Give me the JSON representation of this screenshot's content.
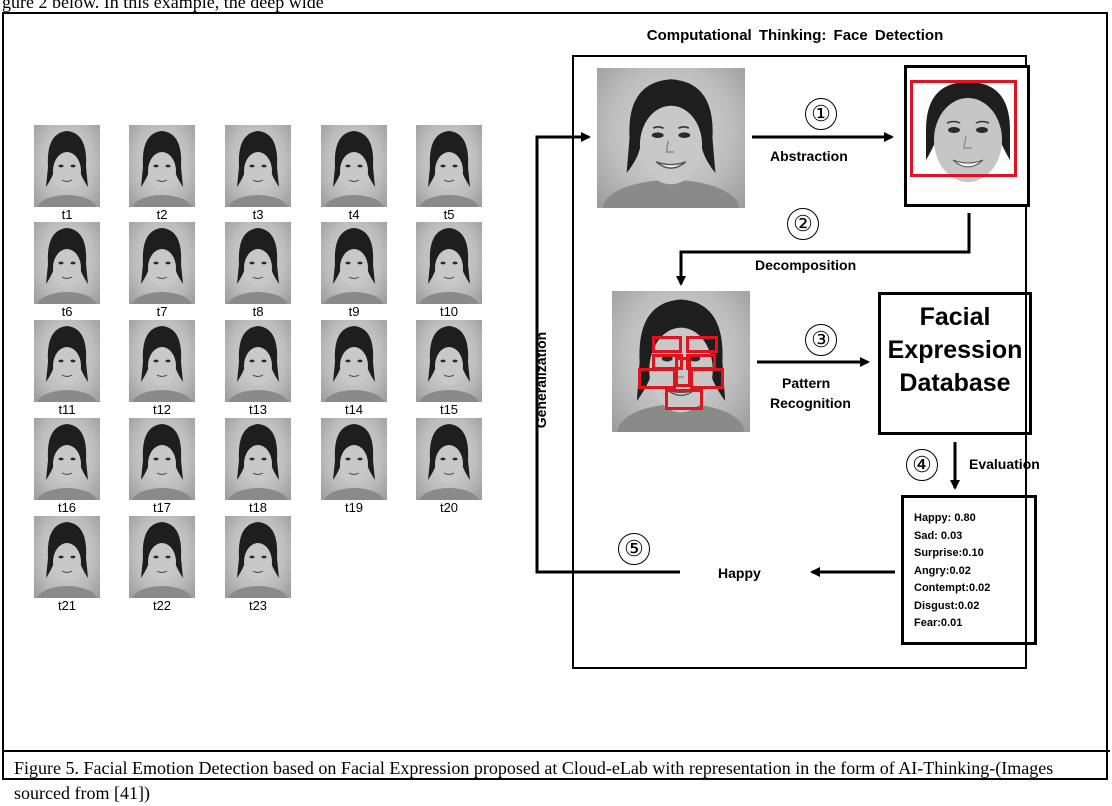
{
  "cut_text": "gure 2 below. In this example, the deep wide",
  "thumbnails": [
    {
      "label": "t1"
    },
    {
      "label": "t2"
    },
    {
      "label": "t3"
    },
    {
      "label": "t4"
    },
    {
      "label": "t5"
    },
    {
      "label": "t6"
    },
    {
      "label": "t7"
    },
    {
      "label": "t8"
    },
    {
      "label": "t9"
    },
    {
      "label": "t10"
    },
    {
      "label": "t11"
    },
    {
      "label": "t12"
    },
    {
      "label": "t13"
    },
    {
      "label": "t14"
    },
    {
      "label": "t15"
    },
    {
      "label": "t16"
    },
    {
      "label": "t17"
    },
    {
      "label": "t18"
    },
    {
      "label": "t19"
    },
    {
      "label": "t20"
    },
    {
      "label": "t21"
    },
    {
      "label": "t22"
    },
    {
      "label": "t23"
    }
  ],
  "diagram": {
    "title": "Computational  Thinking:  Face Detection",
    "steps": {
      "s1": "①",
      "s2": "②",
      "s3": "③",
      "s4": "④",
      "s5": "⑤"
    },
    "labels": {
      "abstraction": "Abstraction",
      "decomposition": "Decomposition",
      "pattern_line1": "Pattern",
      "pattern_line2": "Recognition",
      "evaluation": "Evaluation",
      "generalization": "Generalization",
      "result": "Happy"
    },
    "database": {
      "line1": "Facial",
      "line2": "Expression",
      "line3": "Database"
    },
    "scores": [
      "Happy: 0.80",
      "Sad: 0.03",
      "Surprise:0.10",
      "Angry:0.02",
      "Contempt:0.02",
      "Disgust:0.02",
      "Fear:0.01"
    ],
    "colors": {
      "detection_box": "#e0141e",
      "lines": "#000000"
    }
  },
  "caption": "Figure 5. Facial Emotion Detection based on Facial Expression proposed at Cloud-eLab with representation in the form of AI-Thinking-(Images sourced from [41])"
}
